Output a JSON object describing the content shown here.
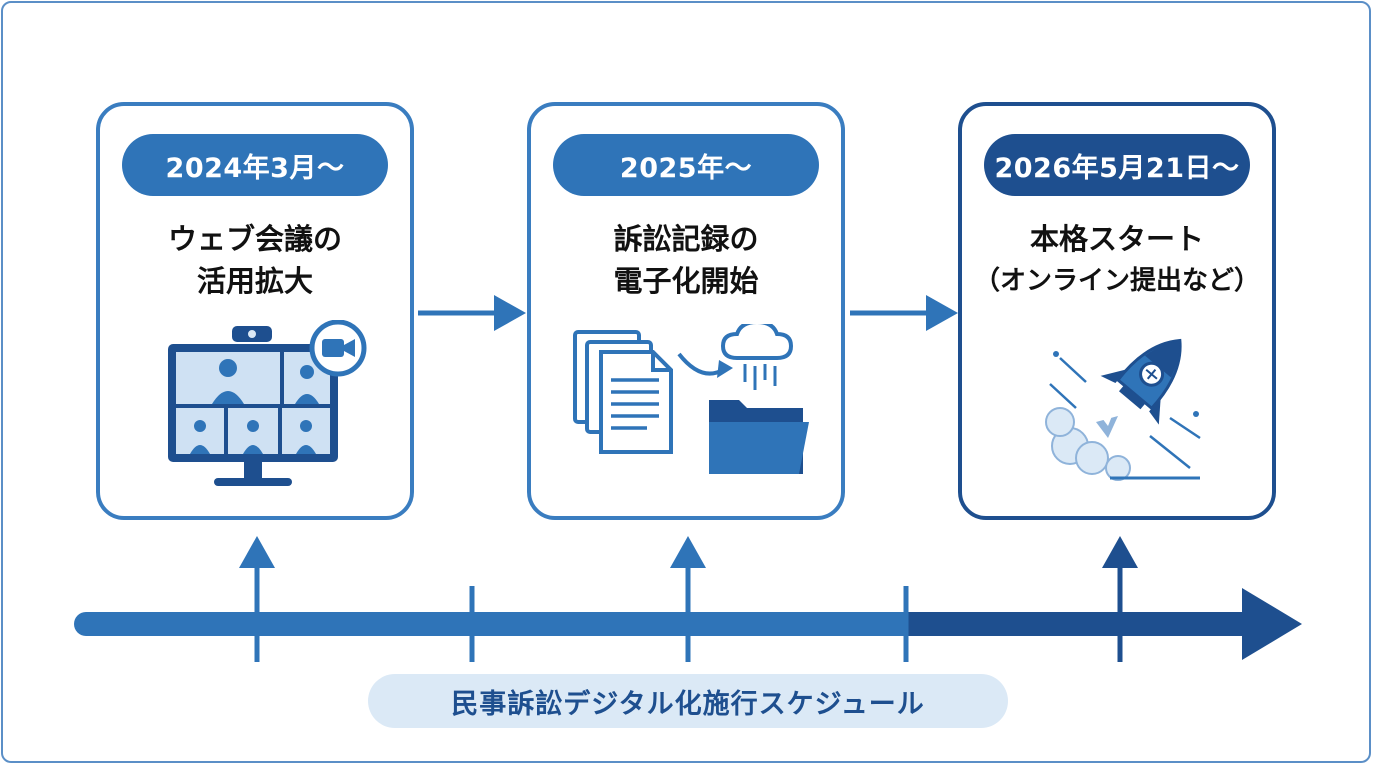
{
  "caption": "民事訴訟デジタル化施行スケジュール",
  "stages": [
    {
      "date": "2024年3月〜",
      "title_lines": [
        "ウェブ会議の",
        "活用拡大"
      ],
      "icon": "video-conference-icon"
    },
    {
      "date": "2025年〜",
      "title_lines": [
        "訴訟記録の",
        "電子化開始"
      ],
      "icon": "document-to-cloud-folder-icon"
    },
    {
      "date": "2026年5月21日〜",
      "title_lines": [
        "本格スタート",
        "（オンライン提出など）"
      ],
      "icon": "rocket-icon"
    }
  ],
  "colors": {
    "primary": "#2f74b8",
    "dark": "#1e4f8f",
    "light": "#dbe9f6",
    "frame": "#5b8fc7"
  }
}
